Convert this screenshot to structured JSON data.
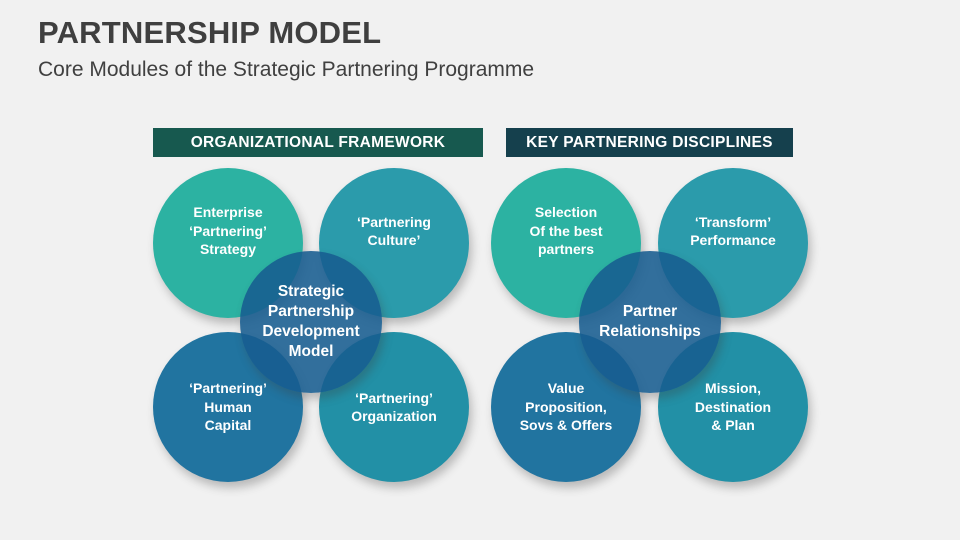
{
  "slide": {
    "title": "PARTNERSHIP MODEL",
    "subtitle": "Core Modules of the Strategic Partnering Programme",
    "background_color": "#F1F1F1",
    "title_color": "#3F3F3F"
  },
  "sections": {
    "left": {
      "header": "ORGANIZATIONAL FRAMEWORK",
      "header_bg": "#17594F",
      "circles": {
        "top_left": {
          "label": "Enterprise\n‘Partnering’\nStrategy",
          "color": "#2CB2A2"
        },
        "top_right": {
          "label": "‘Partnering\nCulture’",
          "color": "#2B9BAB"
        },
        "center": {
          "label": "Strategic\nPartnership\nDevelopment\nModel",
          "color": "rgba(23,92,143,0.88)"
        },
        "bottom_left": {
          "label": "‘Partnering’\nHuman\nCapital",
          "color": "#2174A0"
        },
        "bottom_right": {
          "label": "‘Partnering’\nOrganization",
          "color": "#2290A6"
        }
      }
    },
    "right": {
      "header": "KEY PARTNERING DISCIPLINES",
      "header_bg": "#15404D",
      "circles": {
        "top_left": {
          "label": "Selection\nOf the best\npartners",
          "color": "#2CB2A2"
        },
        "top_right": {
          "label": "‘Transform’\nPerformance",
          "color": "#2B9BAB"
        },
        "center": {
          "label": "Partner\nRelationships",
          "color": "rgba(23,92,143,0.88)"
        },
        "bottom_left": {
          "label": "Value\nProposition,\nSovs & Offers",
          "color": "#2174A0"
        },
        "bottom_right": {
          "label": "Mission,\nDestination\n& Plan",
          "color": "#2290A6"
        }
      }
    }
  }
}
